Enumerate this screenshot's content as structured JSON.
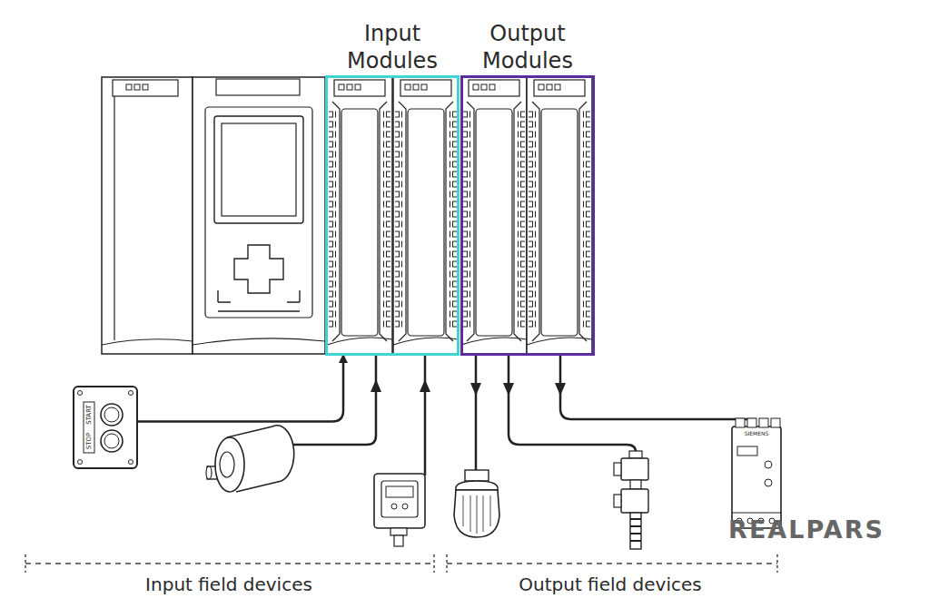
{
  "diagram": {
    "nodes": [
      {
        "text": [
          "Input Modules"
        ]
      },
      {
        "text": [
          "Output Modules"
        ]
      },
      {
        "text": [
          "START",
          "STOP"
        ]
      }
    ],
    "edges": [
      {
        "from": 2,
        "to": 0,
        "arrow": "to"
      }
    ],
    "labels": [
      "Input field devices",
      "Output field devices",
      "SIEMENS",
      "REALPARS"
    ]
  }
}
